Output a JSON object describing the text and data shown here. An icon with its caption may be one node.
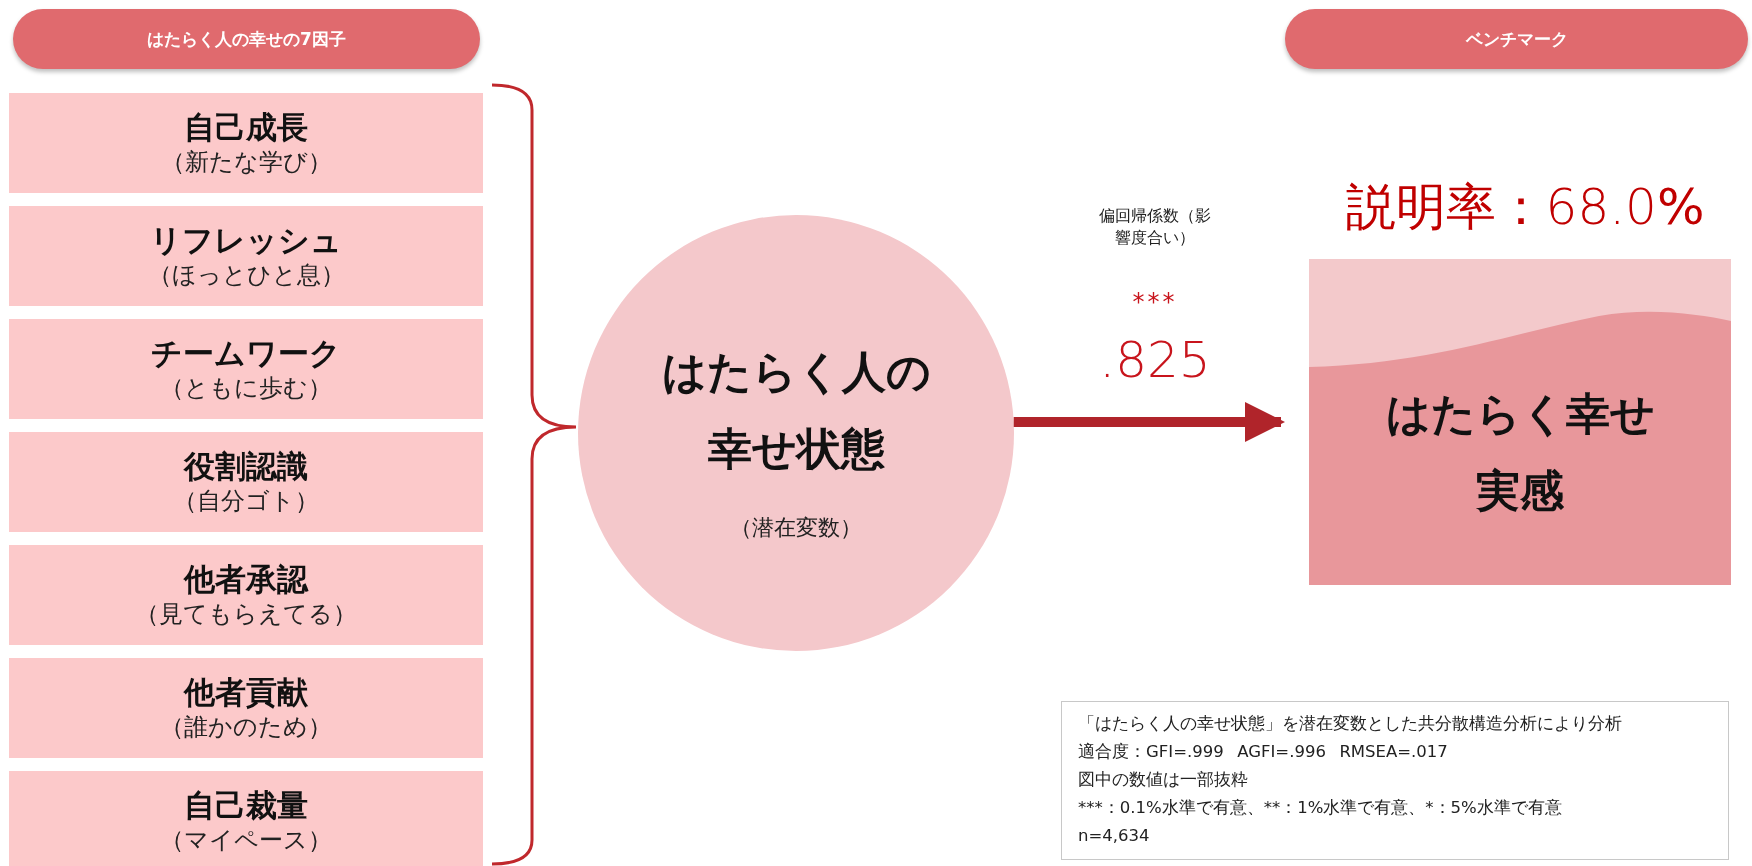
{
  "diagram": {
    "nodes": [
      {
        "text": [
          "はたらく人の幸せの7因子"
        ]
      },
      {
        "text": [
          "ベンチマーク"
        ]
      },
      {
        "text": [
          "自己成長",
          "（新たな学び）"
        ]
      },
      {
        "text": [
          "リフレッシュ",
          "（ほっとひと息）"
        ]
      },
      {
        "text": [
          "チームワーク",
          "（ともに歩む）"
        ]
      },
      {
        "text": [
          "役割認識",
          "（自分ゴト）"
        ]
      },
      {
        "text": [
          "他者承認",
          "（見てもらえてる）"
        ]
      },
      {
        "text": [
          "他者貢献",
          "（誰かのため）"
        ]
      },
      {
        "text": [
          "自己裁量",
          "（マイペース）"
        ]
      },
      {
        "text": [
          "はたらく人の幸せ状態",
          "（潜在変数）"
        ]
      },
      {
        "text": [
          "はたらく幸せ実感"
        ],
        "beside": [
          "**説明率：**68.0**%**"
        ]
      },
      {
        "text": [
          "「はたらく人の幸せ状態」を潜在変数とした共分散構造分析により分析",
          "適合度：GFI=.999 AGFI=.996 RMSEA=.017",
          "図中の数値は一部抜粋",
          "***：0.1%水準で有意、**：1%水準で有意、*：5%水準で有意",
          "n=4,634"
        ]
      }
    ],
    "edges": [
      {
        "from": 9,
        "to": 10,
        "arrow": "to",
        "label": ".825"
      }
    ],
    "labels": [
      "偏回帰係数（影響度合い）",
      "***"
    ]
  }
}
